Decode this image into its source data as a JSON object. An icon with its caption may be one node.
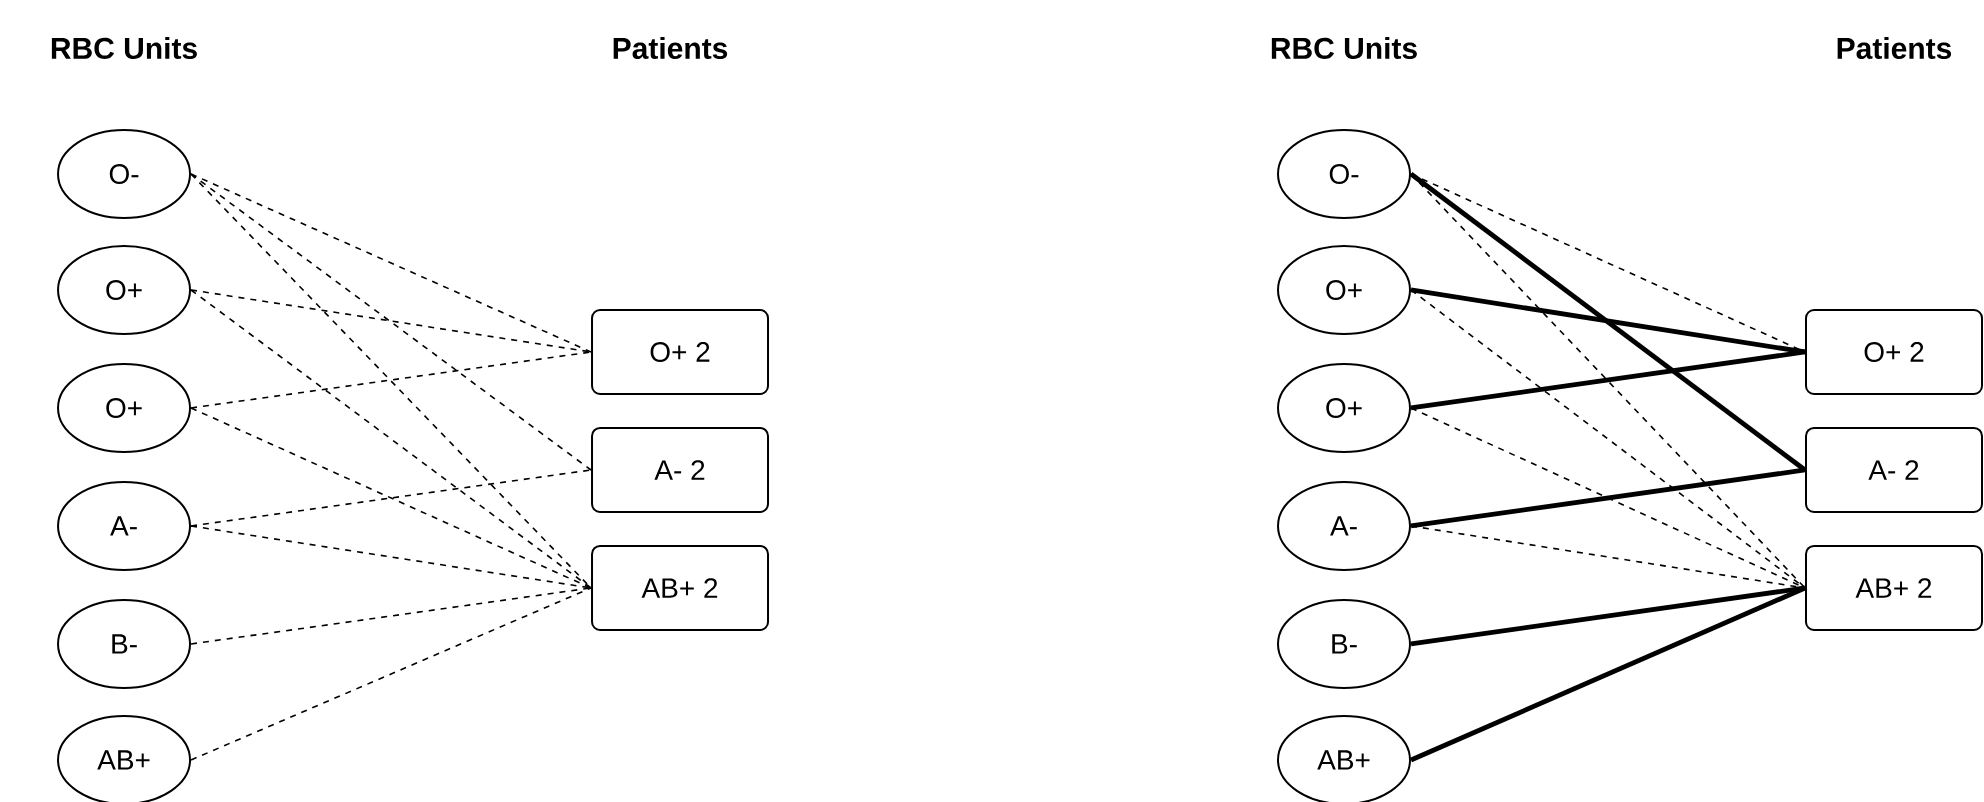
{
  "diagram": {
    "nodes": [
      {
        "text": [
          "O-"
        ]
      },
      {
        "text": [
          "O+"
        ]
      },
      {
        "text": [
          "O+"
        ]
      },
      {
        "text": [
          "A-"
        ]
      },
      {
        "text": [
          "B-"
        ]
      },
      {
        "text": [
          "AB+"
        ]
      },
      {
        "text": [
          "O+  2"
        ]
      },
      {
        "text": [
          "A-  2"
        ]
      },
      {
        "text": [
          "AB+ 2"
        ]
      },
      {
        "text": [
          "O-"
        ]
      },
      {
        "text": [
          "O+"
        ]
      },
      {
        "text": [
          "O+"
        ]
      },
      {
        "text": [
          "A-"
        ]
      },
      {
        "text": [
          "B-"
        ]
      },
      {
        "text": [
          "AB+"
        ]
      },
      {
        "text": [
          "O+  2"
        ]
      },
      {
        "text": [
          "A-  2"
        ]
      },
      {
        "text": [
          "AB+ 2"
        ]
      }
    ],
    "edges": [
      {
        "from": 0,
        "to": 6,
        "arrow": "none",
        "style": "dashed"
      },
      {
        "from": 0,
        "to": 7,
        "arrow": "none",
        "style": "dashed"
      },
      {
        "from": 0,
        "to": 8,
        "arrow": "none",
        "style": "dashed"
      },
      {
        "from": 1,
        "to": 6,
        "arrow": "none",
        "style": "dashed"
      },
      {
        "from": 1,
        "to": 8,
        "arrow": "none",
        "style": "dashed"
      },
      {
        "from": 2,
        "to": 6,
        "arrow": "none",
        "style": "dashed"
      },
      {
        "from": 2,
        "to": 8,
        "arrow": "none",
        "style": "dashed"
      },
      {
        "from": 3,
        "to": 7,
        "arrow": "none",
        "style": "dashed"
      },
      {
        "from": 3,
        "to": 8,
        "arrow": "none",
        "style": "dashed"
      },
      {
        "from": 4,
        "to": 8,
        "arrow": "none",
        "style": "dashed"
      },
      {
        "from": 5,
        "to": 8,
        "arrow": "none",
        "style": "dashed"
      },
      {
        "from": 9,
        "to": 15,
        "arrow": "none",
        "style": "dashed"
      },
      {
        "from": 9,
        "to": 16,
        "arrow": "none",
        "style": "thick"
      },
      {
        "from": 9,
        "to": 17,
        "arrow": "none",
        "style": "dashed"
      },
      {
        "from": 10,
        "to": 15,
        "arrow": "none",
        "style": "thick"
      },
      {
        "from": 10,
        "to": 17,
        "arrow": "none",
        "style": "dashed"
      },
      {
        "from": 11,
        "to": 15,
        "arrow": "none",
        "style": "thick"
      },
      {
        "from": 11,
        "to": 17,
        "arrow": "none",
        "style": "dashed"
      },
      {
        "from": 12,
        "to": 16,
        "arrow": "none",
        "style": "thick"
      },
      {
        "from": 12,
        "to": 17,
        "arrow": "none",
        "style": "dashed"
      },
      {
        "from": 13,
        "to": 17,
        "arrow": "none",
        "style": "thick"
      },
      {
        "from": 14,
        "to": 17,
        "arrow": "none",
        "style": "thick"
      }
    ],
    "labels": [
      "RBC Units",
      "Patients",
      "RBC Units",
      "Patients"
    ]
  }
}
